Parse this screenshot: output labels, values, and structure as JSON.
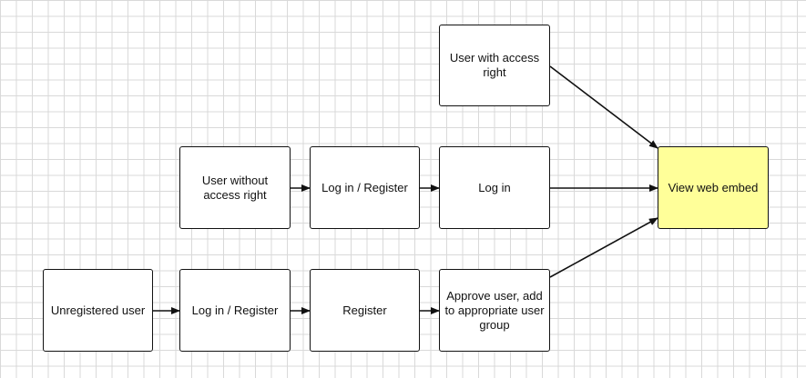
{
  "diagram": {
    "accent_color": "#ffff99",
    "nodes": {
      "user_with_access": "User with access right",
      "user_without_access": "User without access right",
      "login_register_mid": "Log in / Register",
      "login_mid": "Log in",
      "view_web_embed": "View web embed",
      "unregistered_user": "Unregistered user",
      "login_register_bottom": "Log in / Register",
      "register": "Register",
      "approve_user": "Approve user, add to appropriate user group"
    }
  }
}
